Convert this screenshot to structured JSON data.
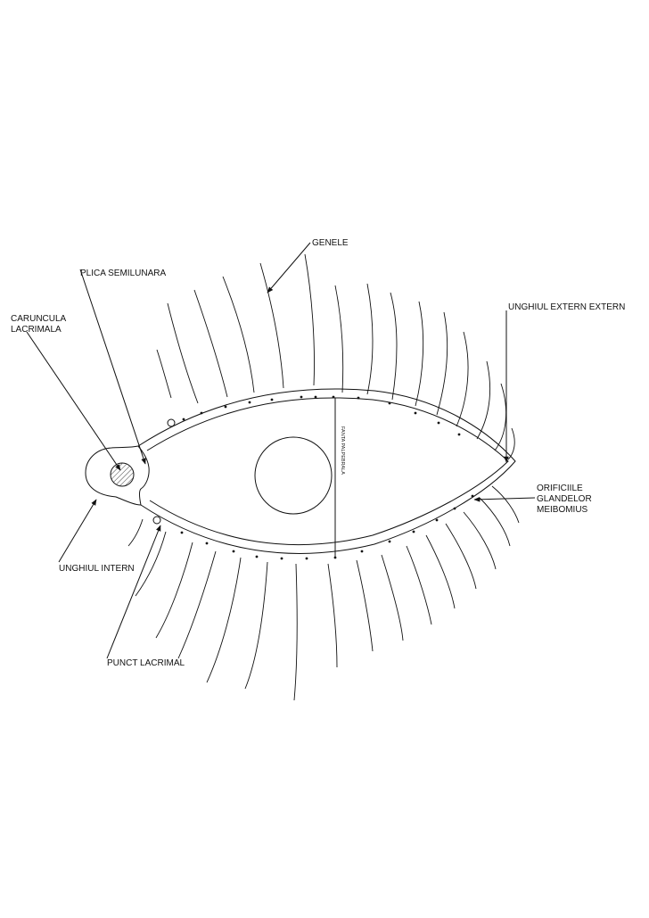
{
  "labels": {
    "genele": "GENELE",
    "plica_semilunara": "PLICA SEMILUNARA",
    "caruncula_line1": "CARUNCULA",
    "caruncula_line2": "LACRIMALA",
    "unghiul_extern": "UNGHIUL EXTERN EXTERN",
    "orificiile_line1": "ORIFICIILE",
    "orificiile_line2": "GLANDELOR",
    "orificiile_line3": "MEIBOMIUS",
    "unghiul_intern": "UNGHIUL INTERN",
    "punct_lacrimal": "PUNCT LACRIMAL",
    "fanta_palpebrala": "FANTA PALPEBRALA"
  },
  "colors": {
    "stroke": "#111111",
    "background": "#ffffff"
  }
}
